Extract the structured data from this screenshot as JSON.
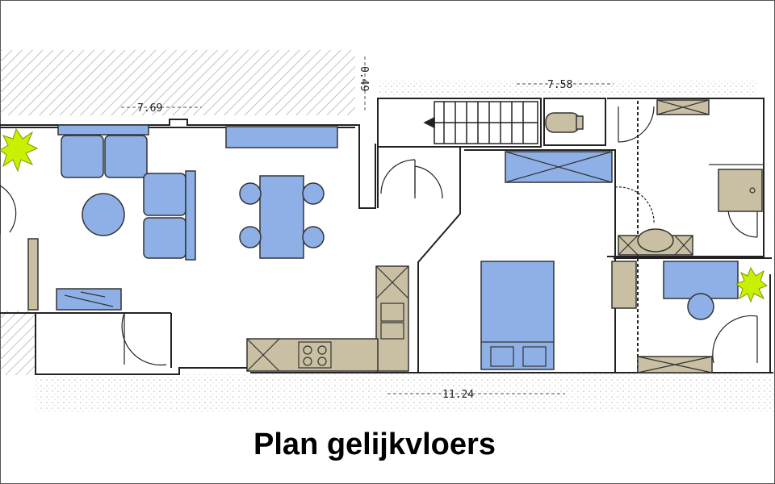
{
  "title": "Plan gelijkvloers",
  "dimensions": {
    "living_width": "7.69",
    "wall_offset": "0.49",
    "right_width": "7.58",
    "total_length": "11.24"
  },
  "colors": {
    "furniture": "#8eb0e6",
    "fixtures": "#c9bfa3",
    "plants": "#c8f000",
    "walls": "#222222"
  }
}
